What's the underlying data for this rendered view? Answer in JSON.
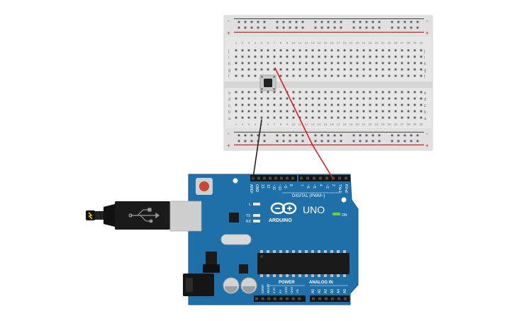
{
  "breadboard": {
    "row_labels_top": [
      "j",
      "i",
      "h",
      "g",
      "f"
    ],
    "row_labels_bottom": [
      "e",
      "d",
      "c",
      "b",
      "a"
    ],
    "column_count": 30,
    "rail_minus": "-",
    "rail_plus": "+"
  },
  "components": {
    "pushbutton": {
      "name": "pushbutton"
    }
  },
  "arduino": {
    "model": "UNO",
    "brand": "ARDUINO",
    "digital_header_label": "DIGITAL (PWM~)",
    "digital_pins_left": [
      "AREF",
      "GND",
      "13",
      "12",
      "~11",
      "~10",
      "~9",
      "8"
    ],
    "digital_pins_right": [
      "7",
      "~6",
      "~5",
      "4",
      "~3",
      "2",
      "TX▸1",
      "RX◂0"
    ],
    "led_labels": [
      "L",
      "TX",
      "RX"
    ],
    "on_label": "ON",
    "power_label": "POWER",
    "power_pins": [
      "IOREF",
      "RESET",
      "3.3V",
      "5V",
      "GND",
      "GND",
      "Vin"
    ],
    "analog_label": "ANALOG IN",
    "analog_pins": [
      "A0",
      "A1",
      "A2",
      "A3",
      "A4",
      "A5"
    ]
  },
  "wires": {
    "black": {
      "color": "#222222"
    },
    "red": {
      "color": "#d42020"
    }
  },
  "colors": {
    "board_blue": "#1f6fa8",
    "breadboard": "#e6e6e6",
    "rail_red": "#d42020",
    "rail_dark": "#444444"
  }
}
